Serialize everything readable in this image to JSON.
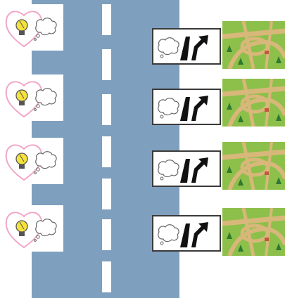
{
  "scene": {
    "road_color": "#7f9fbe",
    "lane_marking_color": "#ffffff",
    "heart_outline_color": "#f0a6c8",
    "bulb_glass_color": "#f5e23a",
    "grass_color": "#8cc04a",
    "road_surface_color": "#d8b77a"
  },
  "rows": [
    {
      "left_icons": [
        "heart-icon",
        "lightbulb-icon",
        "thought-bubble-icon"
      ],
      "sign_icons": [
        "thought-bubble-icon",
        "road-fork-arrow-icon"
      ],
      "thumbnail": "highway-interchange-illustration"
    },
    {
      "left_icons": [
        "heart-icon",
        "lightbulb-icon",
        "thought-bubble-icon"
      ],
      "sign_icons": [
        "thought-bubble-icon",
        "road-fork-arrow-icon"
      ],
      "thumbnail": "highway-interchange-illustration"
    },
    {
      "left_icons": [
        "heart-icon",
        "lightbulb-icon",
        "thought-bubble-icon"
      ],
      "sign_icons": [
        "thought-bubble-icon",
        "road-fork-arrow-icon"
      ],
      "thumbnail": "highway-interchange-illustration"
    },
    {
      "left_icons": [
        "heart-icon",
        "lightbulb-icon",
        "thought-bubble-icon"
      ],
      "sign_icons": [
        "thought-bubble-icon",
        "road-fork-arrow-icon"
      ],
      "thumbnail": "highway-interchange-illustration"
    }
  ]
}
